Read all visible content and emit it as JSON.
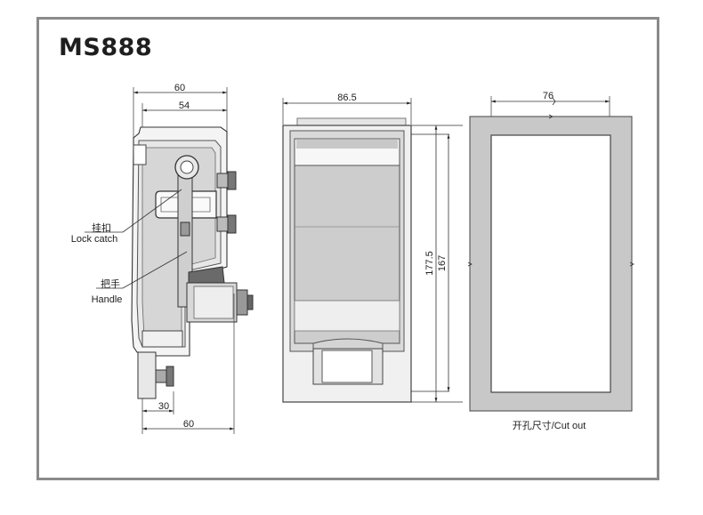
{
  "title": "MS888",
  "side_view": {
    "dim_top_outer": "60",
    "dim_top_inner": "54",
    "dim_bottom_left": "30",
    "dim_bottom_outer": "60",
    "callouts": {
      "lock_catch_cn": "挂扣",
      "lock_catch_en": "Lock catch",
      "handle_cn": "把手",
      "handle_en": "Handle"
    }
  },
  "front_view": {
    "dim_width": "86.5",
    "dim_height": "177.5",
    "dim_inner_height": "167"
  },
  "cutout_view": {
    "dim_width": "76",
    "caption": "开孔尺寸/Cut out"
  }
}
